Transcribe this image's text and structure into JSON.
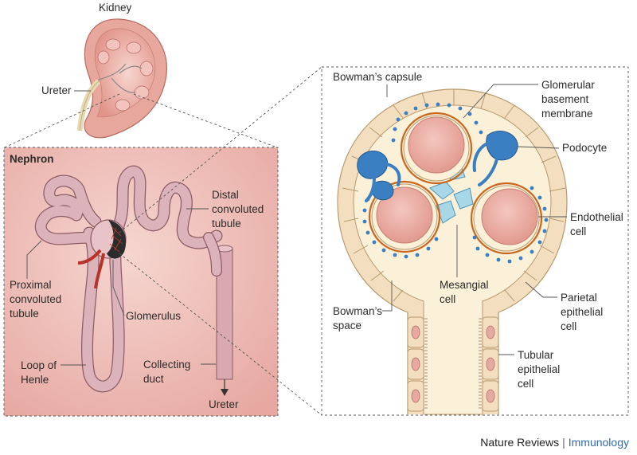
{
  "labels": {
    "kidney": "Kidney",
    "ureter_top": "Ureter",
    "nephron_title": "Nephron",
    "distal": [
      "Distal",
      "convoluted",
      "tubule"
    ],
    "proximal": [
      "Proximal",
      "convoluted",
      "tubule"
    ],
    "glomerulus": "Glomerulus",
    "loop": [
      "Loop of",
      "Henle"
    ],
    "collecting": [
      "Collecting",
      "duct"
    ],
    "ureter_bottom": "Ureter",
    "bowmans_capsule": "Bowman’s capsule",
    "gbm": [
      "Glomerular",
      "basement",
      "membrane"
    ],
    "podocyte": "Podocyte",
    "endothelial": [
      "Endothelial",
      "cell"
    ],
    "mesangial": [
      "Mesangial",
      "cell"
    ],
    "bowmans_space": [
      "Bowman’s",
      "space"
    ],
    "parietal": [
      "Parietal",
      "epithelial",
      "cell"
    ],
    "tubular": [
      "Tubular",
      "epithelial",
      "cell"
    ]
  },
  "credit": {
    "journal": "Nature Reviews",
    "separator": "|",
    "subject": "Immunology"
  },
  "colors": {
    "panel_bg": "#edb9b3",
    "tubule": "#d6a4ad",
    "capsule_fill": "#fbf0d8",
    "capillary": "#e9a9a0",
    "podocyte": "#3a7fc2",
    "gbm": "#c9661f",
    "mesangial": "#9fd2e3"
  }
}
